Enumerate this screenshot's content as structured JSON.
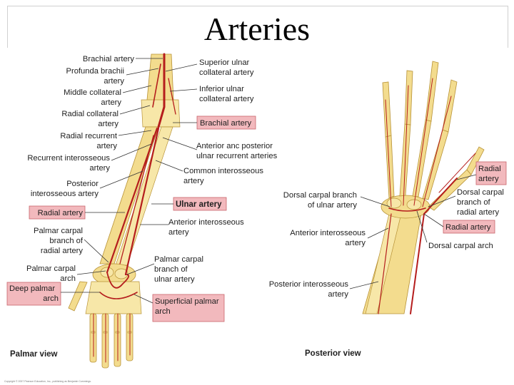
{
  "slide": {
    "title": "Arteries"
  },
  "palmar_view": {
    "caption": "Palmar view",
    "labels": {
      "brachial_artery": "Brachial artery",
      "profunda_1": "Profunda brachii",
      "profunda_2": "artery",
      "middle_collateral_1": "Middle collateral",
      "middle_collateral_2": "artery",
      "radial_collateral_1": "Radial collateral",
      "radial_collateral_2": "artery",
      "radial_recurrent_1": "Radial recurrent",
      "radial_recurrent_2": "artery",
      "recurrent_interosseous_1": "Recurrent interosseous",
      "recurrent_interosseous_2": "artery",
      "posterior_interosseous_1": "Posterior",
      "posterior_interosseous_2": "interosseous artery",
      "radial_artery": "Radial artery",
      "palmar_carpal_radial_1": "Palmar carpal",
      "palmar_carpal_radial_2": "branch of",
      "palmar_carpal_radial_3": "radial artery",
      "palmar_carpal_arch_1": "Palmar carpal",
      "palmar_carpal_arch_2": "arch",
      "deep_palmar_1": "Deep palmar",
      "deep_palmar_2": "arch",
      "superior_ulnar_1": "Superior ulnar",
      "superior_ulnar_2": "collateral artery",
      "inferior_ulnar_1": "Inferior ulnar",
      "inferior_ulnar_2": "collateral artery",
      "brachial_artery_boxed": "Brachial artery",
      "anterior_posterior_1": "Anterior anc posterior",
      "anterior_posterior_2": "ulnar recurrent arteries",
      "common_interosseous_1": "Common interosseous",
      "common_interosseous_2": "artery",
      "ulnar_artery": "Ulnar artery",
      "anterior_interosseous_1": "Anterior interosseous",
      "anterior_interosseous_2": "artery",
      "palmar_carpal_ulnar_1": "Palmar carpal",
      "palmar_carpal_ulnar_2": "branch of",
      "palmar_carpal_ulnar_3": "ulnar artery",
      "superficial_palmar_1": "Superficial palmar",
      "superficial_palmar_2": "arch"
    }
  },
  "posterior_view": {
    "caption": "Posterior view",
    "labels": {
      "radial_artery_top_1": "Radial",
      "radial_artery_top_2": "artery",
      "dorsal_carpal_radial_1": "Dorsal carpal",
      "dorsal_carpal_radial_2": "branch of",
      "dorsal_carpal_radial_3": "radial artery",
      "dorsal_carpal_ulnar_1": "Dorsal carpal branch",
      "dorsal_carpal_ulnar_2": "of ulnar artery",
      "radial_artery_low": "Radial artery",
      "dorsal_carpal_arch": "Dorsal carpal arch",
      "anterior_interosseous_1": "Anterior interosseous",
      "anterior_interosseous_2": "artery",
      "posterior_interosseous_1": "Posterior interosseous",
      "posterior_interosseous_2": "artery"
    }
  },
  "colors": {
    "artery": "#b51d1d",
    "bone": "#f3dc8e",
    "highlight_box": "#f2b9bd"
  },
  "footer": {
    "copyright": "Copyright © 2007 Pearson Education, Inc., publishing as Benjamin Cummings."
  }
}
